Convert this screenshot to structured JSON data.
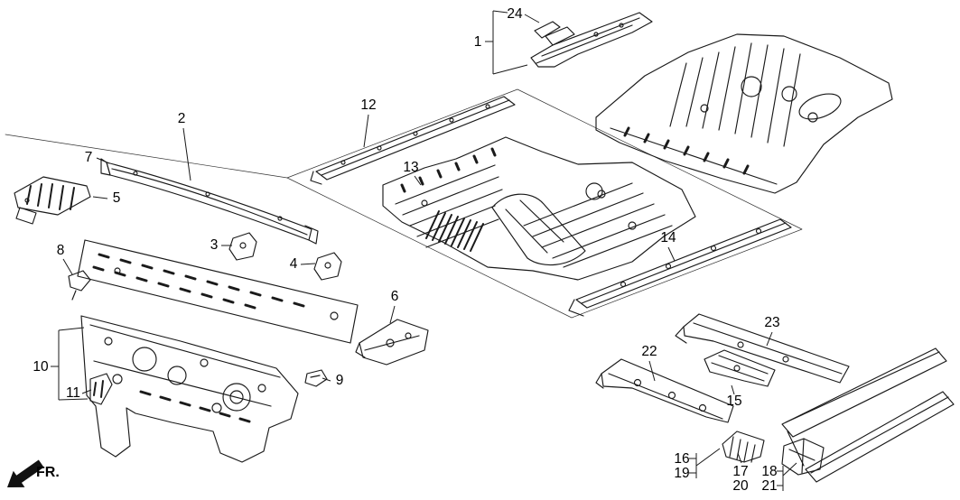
{
  "diagram": {
    "fr_label": "FR.",
    "callouts": {
      "c1": "1",
      "c2": "2",
      "c3": "3",
      "c4": "4",
      "c5": "5",
      "c6": "6",
      "c7": "7",
      "c8": "8",
      "c9": "9",
      "c10": "10",
      "c11": "11",
      "c12": "12",
      "c13": "13",
      "c14": "14",
      "c15": "15",
      "c16": "16",
      "c17": "17",
      "c18": "18",
      "c19": "19",
      "c20": "20",
      "c21": "21",
      "c22": "22",
      "c23": "23",
      "c24": "24"
    }
  }
}
